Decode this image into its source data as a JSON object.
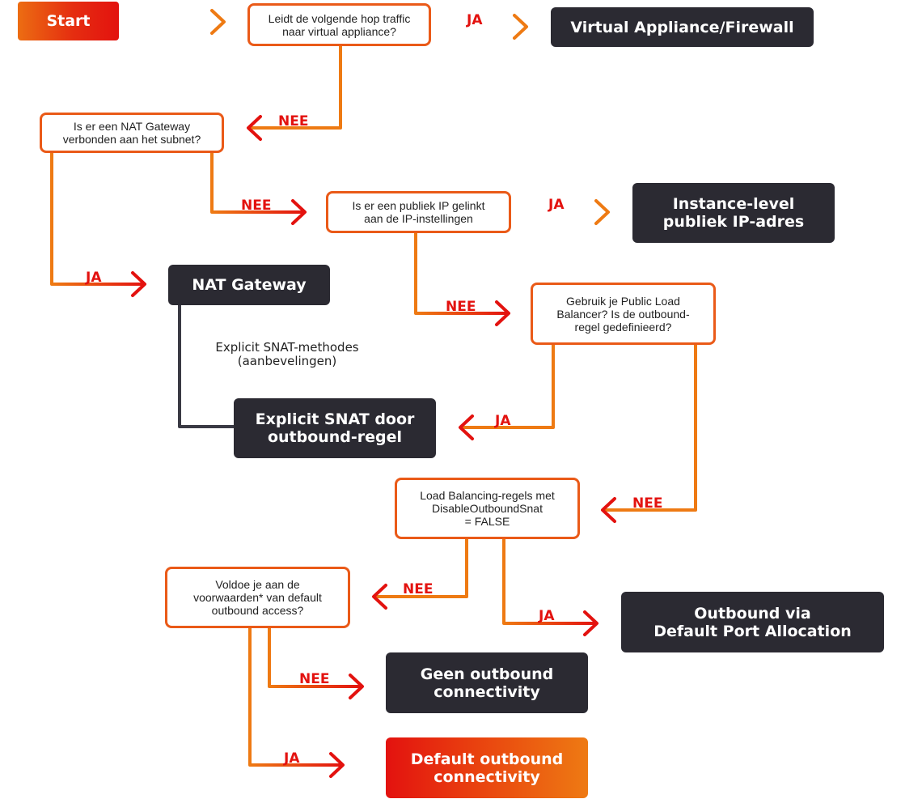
{
  "start": "Start",
  "questions": {
    "q1": "Leidt de volgende hop traffic\nnaar virtual appliance?",
    "q2": "Is er een NAT Gateway\nverbonden aan het subnet?",
    "q3": "Is er een publiek IP gelinkt\naan de IP-instellingen",
    "q4": "Gebruik je Public Load\nBalancer? Is de outbound-\nregel gedefinieerd?",
    "q5": "Load Balancing-regels met\nDisableOutboundSnat\n= FALSE",
    "q6": "Voldoe je aan de\nvoorwaarden* van default\noutbound access?"
  },
  "results": {
    "r1": "Virtual Appliance/Firewall",
    "r2": "Instance-level\npubliek IP-adres",
    "r3": "NAT Gateway",
    "r4": "Explicit SNAT door\noutbound-regel",
    "r5": "Outbound via\nDefault Port Allocation",
    "r6": "Geen outbound\nconnectivity",
    "r7": "Default outbound\nconnectivity"
  },
  "annotation": "Explicit SNAT-methodes\n(aanbevelingen)",
  "edge_labels": {
    "yes": "JA",
    "no": "NEE"
  },
  "colors": {
    "red": "#e3120f",
    "orange": "#ee7a13",
    "dark": "#2b2a32",
    "connector_dark": "#3a3a44"
  }
}
